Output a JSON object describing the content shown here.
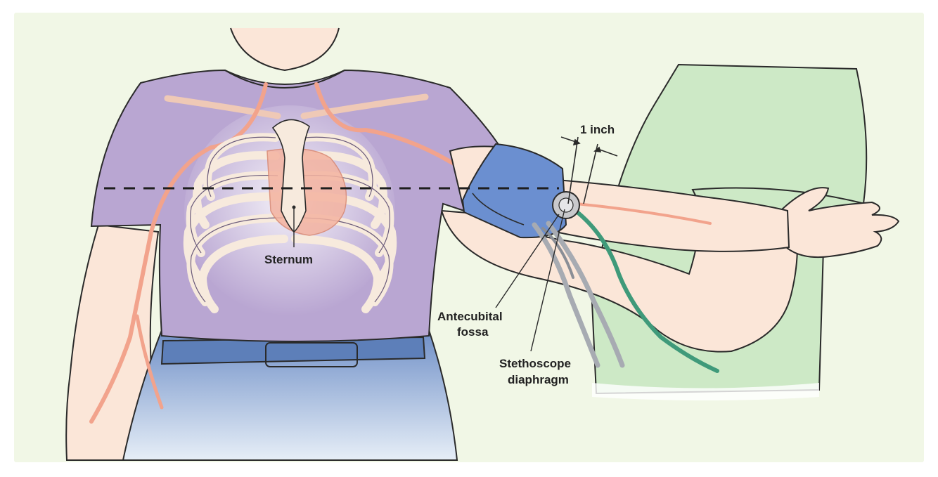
{
  "labels": {
    "sternum": "Sternum",
    "one_inch": "1 inch",
    "antecubital": [
      "Antecubital",
      "fossa"
    ],
    "stethoscope": [
      "Stethoscope",
      "diaphragm"
    ]
  },
  "colors": {
    "background": "#f1f7e6",
    "shirt": "#b9a6d2",
    "skin": "#fbe6d8",
    "pants": "#6f8fc7",
    "scrubs": "#cde9c6",
    "cuff": "#6b8fd0",
    "artery": "#f2a38c",
    "tube_green": "#3f9a7a",
    "tube_gray": "#a7abb2"
  }
}
